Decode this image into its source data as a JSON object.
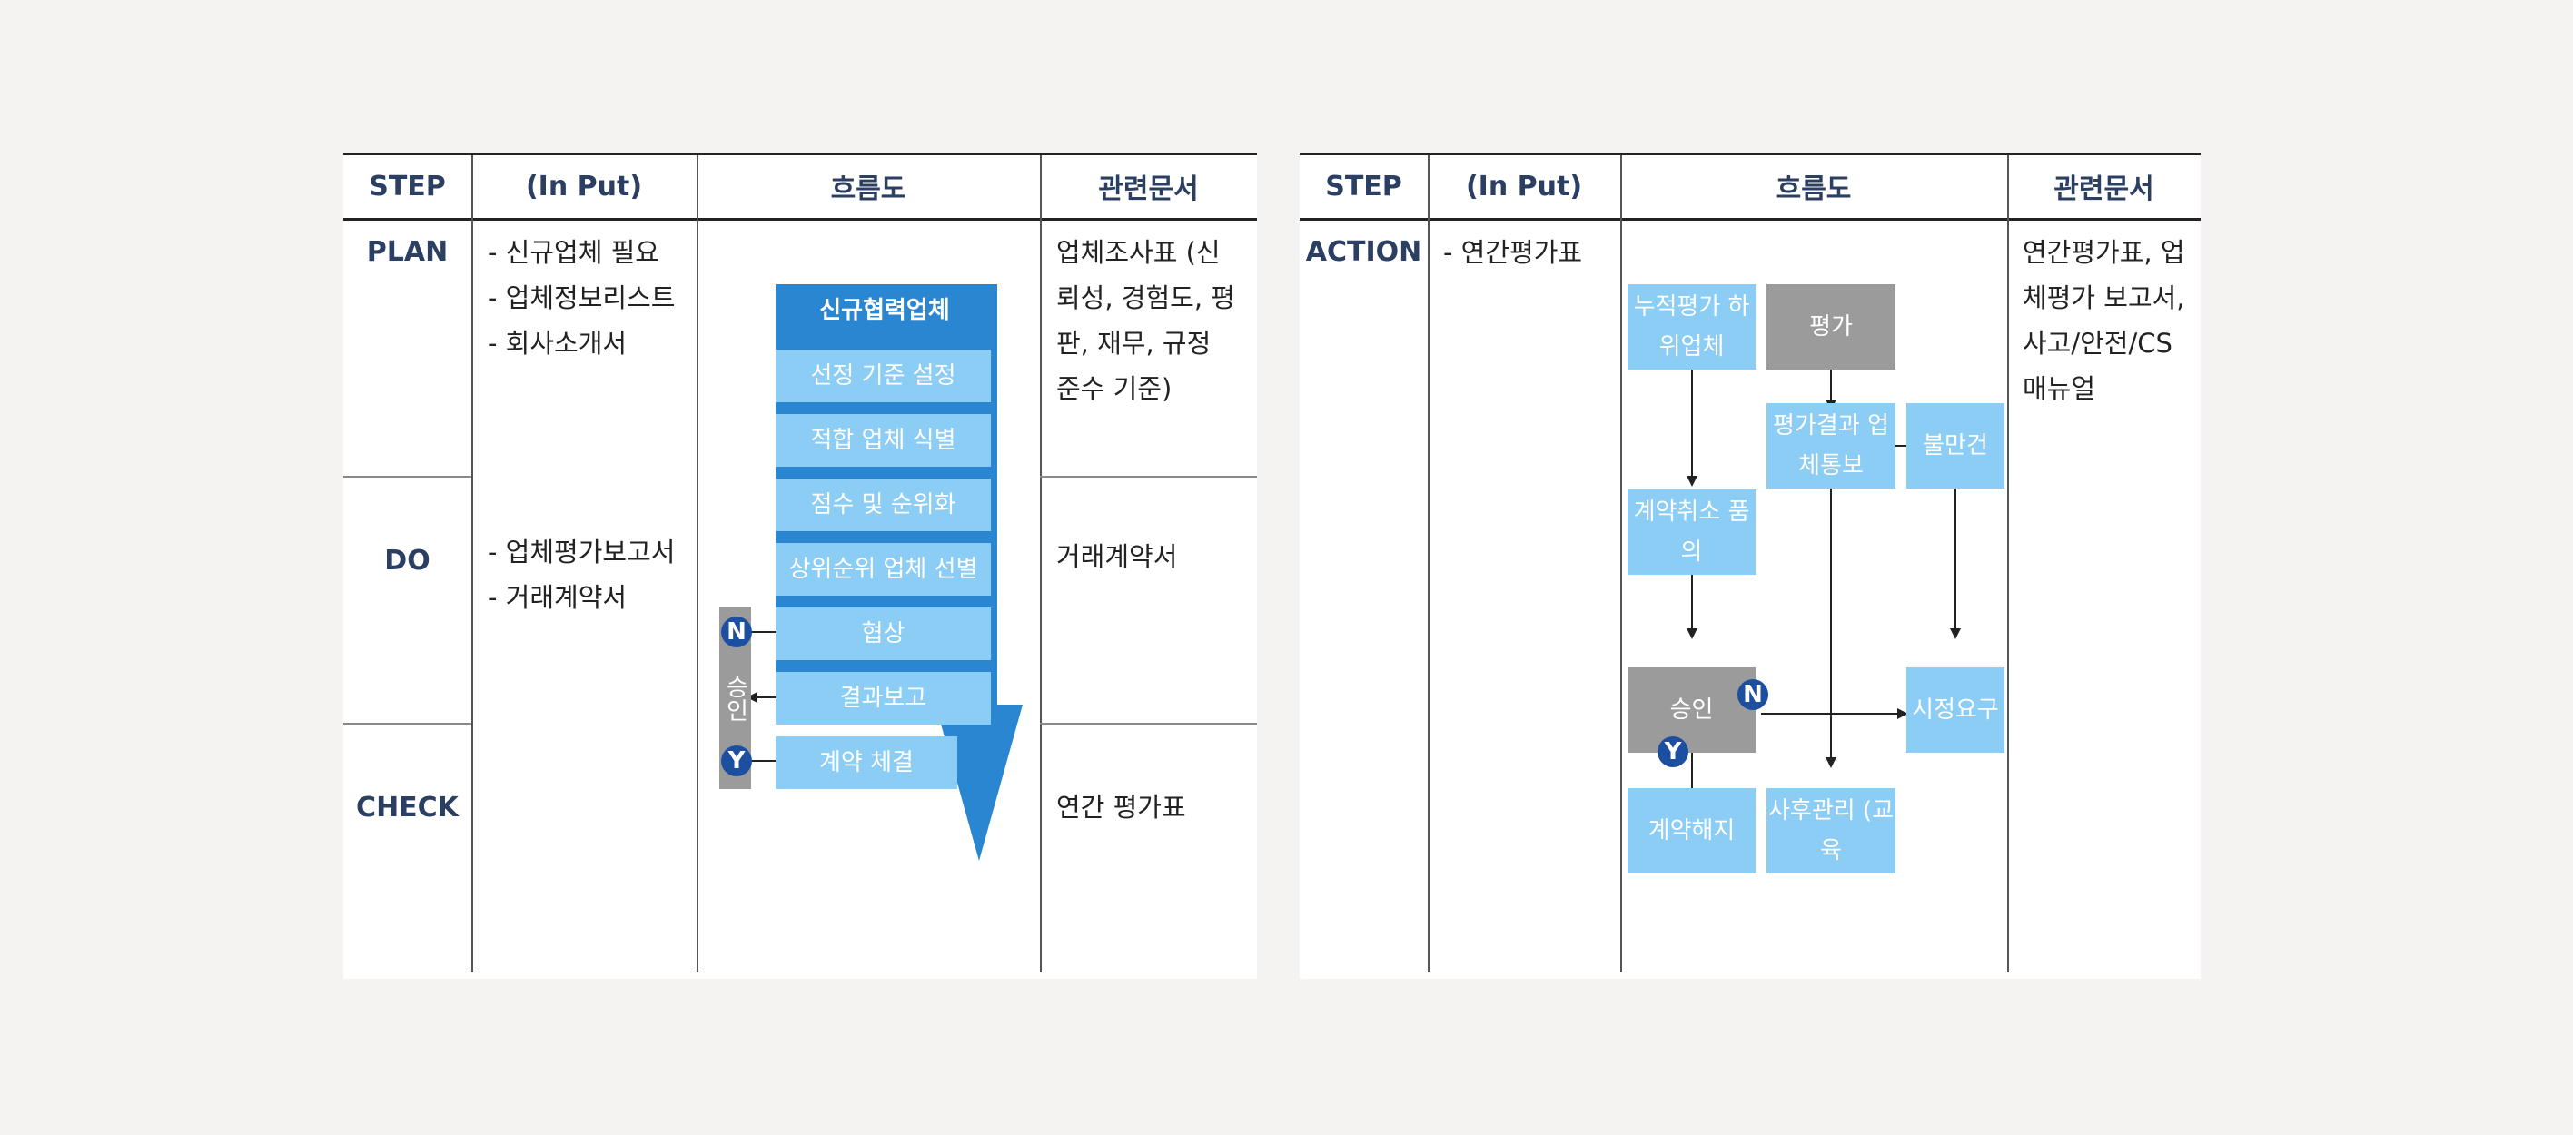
{
  "left": {
    "headers": {
      "step": "STEP",
      "input": "(In Put)",
      "flow": "흐름도",
      "docs": "관련문서"
    },
    "steps": {
      "plan": "PLAN",
      "do": "DO",
      "check": "CHECK"
    },
    "inputs_plan": [
      "- 신규업체 필요",
      "- 업체정보리스트",
      "- 회사소개서"
    ],
    "inputs_do": [
      "- 업체평가보고서",
      "- 거래계약서"
    ],
    "docs_plan": "업체조사표 (신뢰성, 경험도, 평판, 재무, 규정 준수 기준)",
    "docs_do": "거래계약서",
    "docs_check": "연간 평가표",
    "flow": {
      "top": "신규협력업체",
      "steps": [
        "선정 기준 설정",
        "적합 업체 식별",
        "점수 및 순위화",
        "상위순위 업체 선별",
        "협상",
        "결과보고",
        "계약 체결"
      ],
      "approval": "승인",
      "n": "N",
      "y": "Y"
    }
  },
  "right": {
    "headers": {
      "step": "STEP",
      "input": "(In Put)",
      "flow": "흐름도",
      "docs": "관련문서"
    },
    "step": "ACTION",
    "input": "- 연간평가표",
    "docs": "연간평가표, 업체평가 보고서, 사고/안전/CS 매뉴얼",
    "flow": {
      "cumulative": "누적평가 하위업체",
      "eval": "평가",
      "notify": "평가결과 업체통보",
      "complaint": "불만건",
      "cancel": "계약취소 품의",
      "approve": "승인",
      "correction": "시정요구",
      "terminate": "계약해지",
      "aftercare": "사후관리 (교육",
      "n": "N",
      "y": "Y"
    }
  }
}
